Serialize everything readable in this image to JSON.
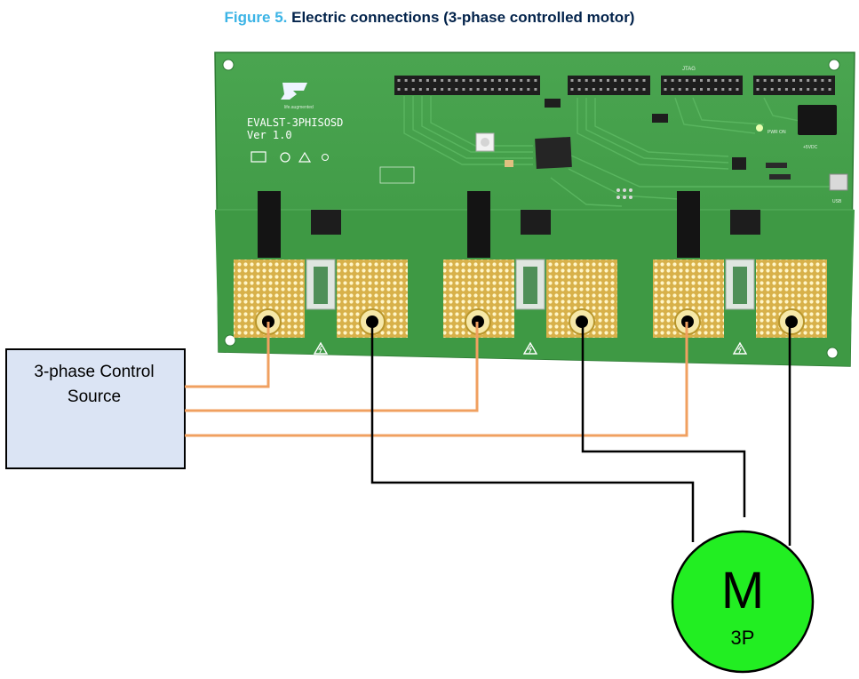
{
  "caption": {
    "number": "Figure 5.",
    "title": "Electric connections (3-phase controlled motor)"
  },
  "board": {
    "name": "EVALST-3PHISOSD",
    "version": "Ver 1.0",
    "logo_tagline": "life.augmented",
    "pwr_label": "PWR ON",
    "usb_label": "USB",
    "dc_label": "+5VDC",
    "jtag_label": "JTAG"
  },
  "control_source": {
    "line1": "3-phase Control",
    "line2": "Source"
  },
  "motor": {
    "letter": "M",
    "label": "3P"
  },
  "colors": {
    "control_wire": "#f0a060",
    "load_wire": "#000000",
    "pcb": "#3f9a45",
    "motor_fill": "#22ee22",
    "source_fill": "#dbe4f4",
    "caption_number": "#3cb4e6",
    "caption_title": "#03234b"
  }
}
